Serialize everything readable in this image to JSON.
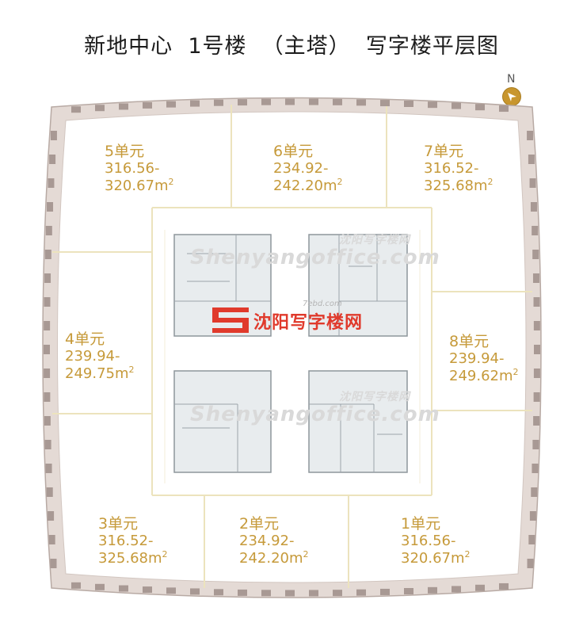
{
  "title": "新地中心  1号楼  （主塔）  写字楼平层图",
  "compass": {
    "letter": "N"
  },
  "units": [
    {
      "id": "unit-5",
      "name": "5单元",
      "area_from": "316.56-",
      "area_to": "320.67"
    },
    {
      "id": "unit-6",
      "name": "6单元",
      "area_from": "234.92-",
      "area_to": "242.20"
    },
    {
      "id": "unit-7",
      "name": "7单元",
      "area_from": "316.52-",
      "area_to": "325.68"
    },
    {
      "id": "unit-4",
      "name": "4单元",
      "area_from": "239.94-",
      "area_to": "249.75"
    },
    {
      "id": "unit-8",
      "name": "8单元",
      "area_from": "239.94-",
      "area_to": "249.62"
    },
    {
      "id": "unit-3",
      "name": "3单元",
      "area_from": "316.52-",
      "area_to": "325.68"
    },
    {
      "id": "unit-2",
      "name": "2单元",
      "area_from": "234.92-",
      "area_to": "242.20"
    },
    {
      "id": "unit-1",
      "name": "1单元",
      "area_from": "316.56-",
      "area_to": "320.67"
    }
  ],
  "area_unit": "m",
  "area_unit_sup": "2",
  "watermarks": {
    "site": "Shenyangoffice.com",
    "cn": "沈阳写字楼网",
    "small": "7ebd.com",
    "brand": "沈阳写字楼网"
  },
  "colors": {
    "label": "#c69a3a",
    "brand_red": "#e03a2c",
    "compass": "#c8962e",
    "frame_fill": "#e4dad5",
    "frame_block": "#a89994",
    "partition": "#ece3bd",
    "core": "#e8ecee"
  }
}
